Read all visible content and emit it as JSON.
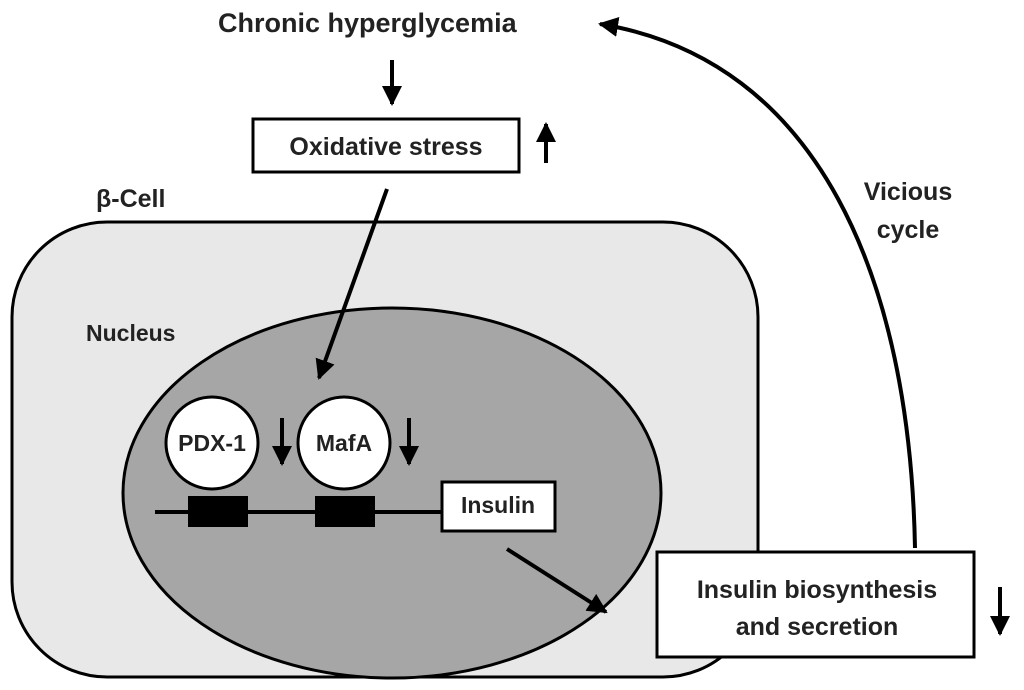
{
  "top_label": "Chronic hyperglycemia",
  "oxidative_stress": {
    "label": "Oxidative stress",
    "trend": "up"
  },
  "cell": {
    "label": "β-Cell"
  },
  "nucleus": {
    "label": "Nucleus"
  },
  "factors": [
    {
      "label": "PDX-1",
      "trend": "down"
    },
    {
      "label": "MafA",
      "trend": "down"
    }
  ],
  "gene": {
    "label": "Insulin"
  },
  "output": {
    "line1": "Insulin biosynthesis",
    "line2": "and secretion",
    "trend": "down"
  },
  "cycle": {
    "line1": "Vicious",
    "line2": "cycle"
  },
  "colors": {
    "cell_fill": "#e8e8e8",
    "nucleus_fill": "#a6a6a6",
    "stroke": "#000000",
    "text": "#222222"
  }
}
